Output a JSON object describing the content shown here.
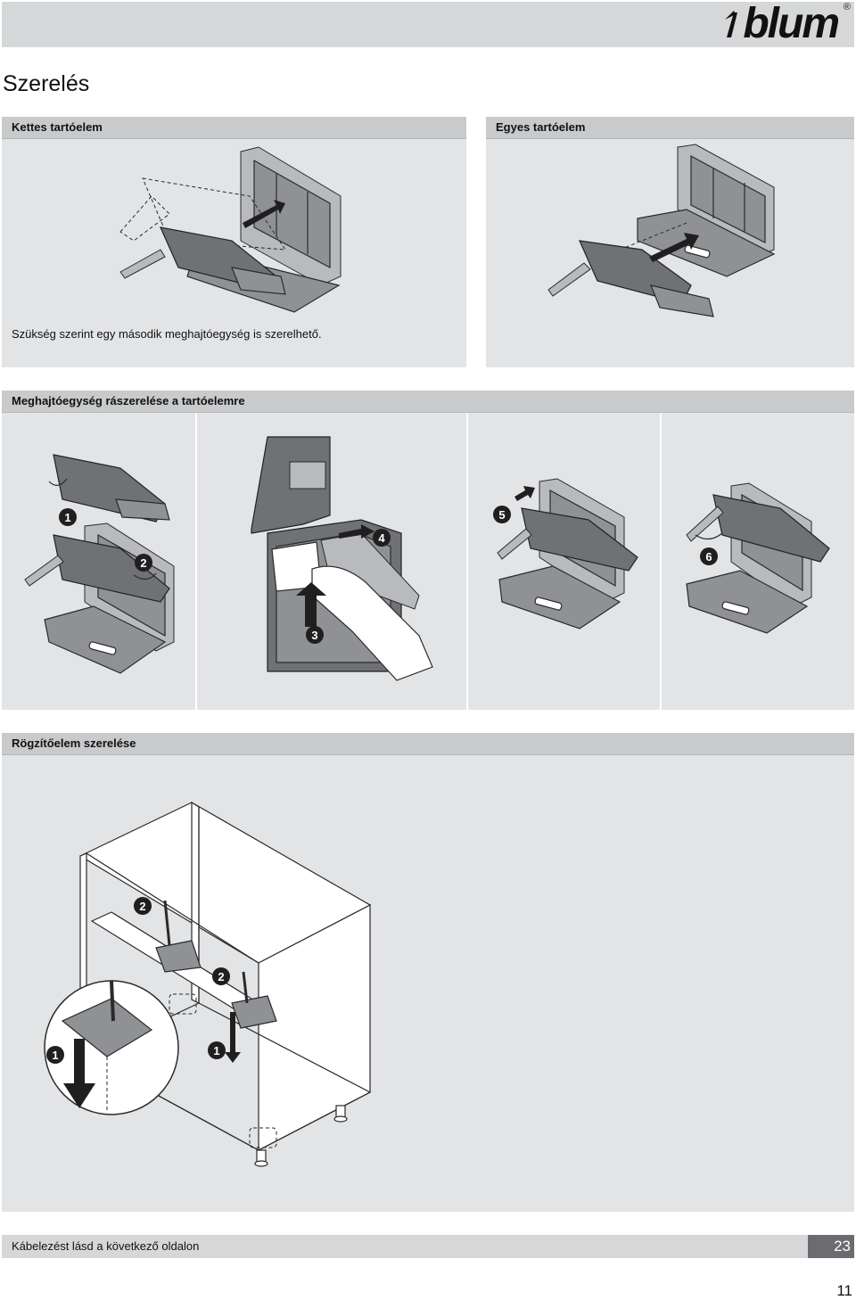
{
  "header": {
    "brand": "blum",
    "brand_mark": "®",
    "page_title": "Szerelés"
  },
  "sections": {
    "double_holder": {
      "title": "Kettes tartóelem",
      "caption": "Szükség szerint egy második meghajtóegység is szerelhető."
    },
    "single_holder": {
      "title": "Egyes tartóelem"
    },
    "drive_mounting": {
      "title": "Meghajtóegység rászerelése a tartóelemre",
      "steps": [
        "1",
        "2",
        "3",
        "4",
        "5",
        "6"
      ]
    },
    "fixing_mounting": {
      "title": "Rögzítőelem szerelése",
      "steps": [
        "2",
        "2",
        "1",
        "1"
      ]
    }
  },
  "footer": {
    "text": "Kábelezést lásd a következő oldalon",
    "ref_page": "23",
    "page_number": "11"
  },
  "colors": {
    "header_bar": "#d6d7d9",
    "panel_bg": "#e3e4e6",
    "panel_head": "#c9cacc",
    "step_badge": "#1f1f1f",
    "footer_ref": "#6a6c70"
  }
}
